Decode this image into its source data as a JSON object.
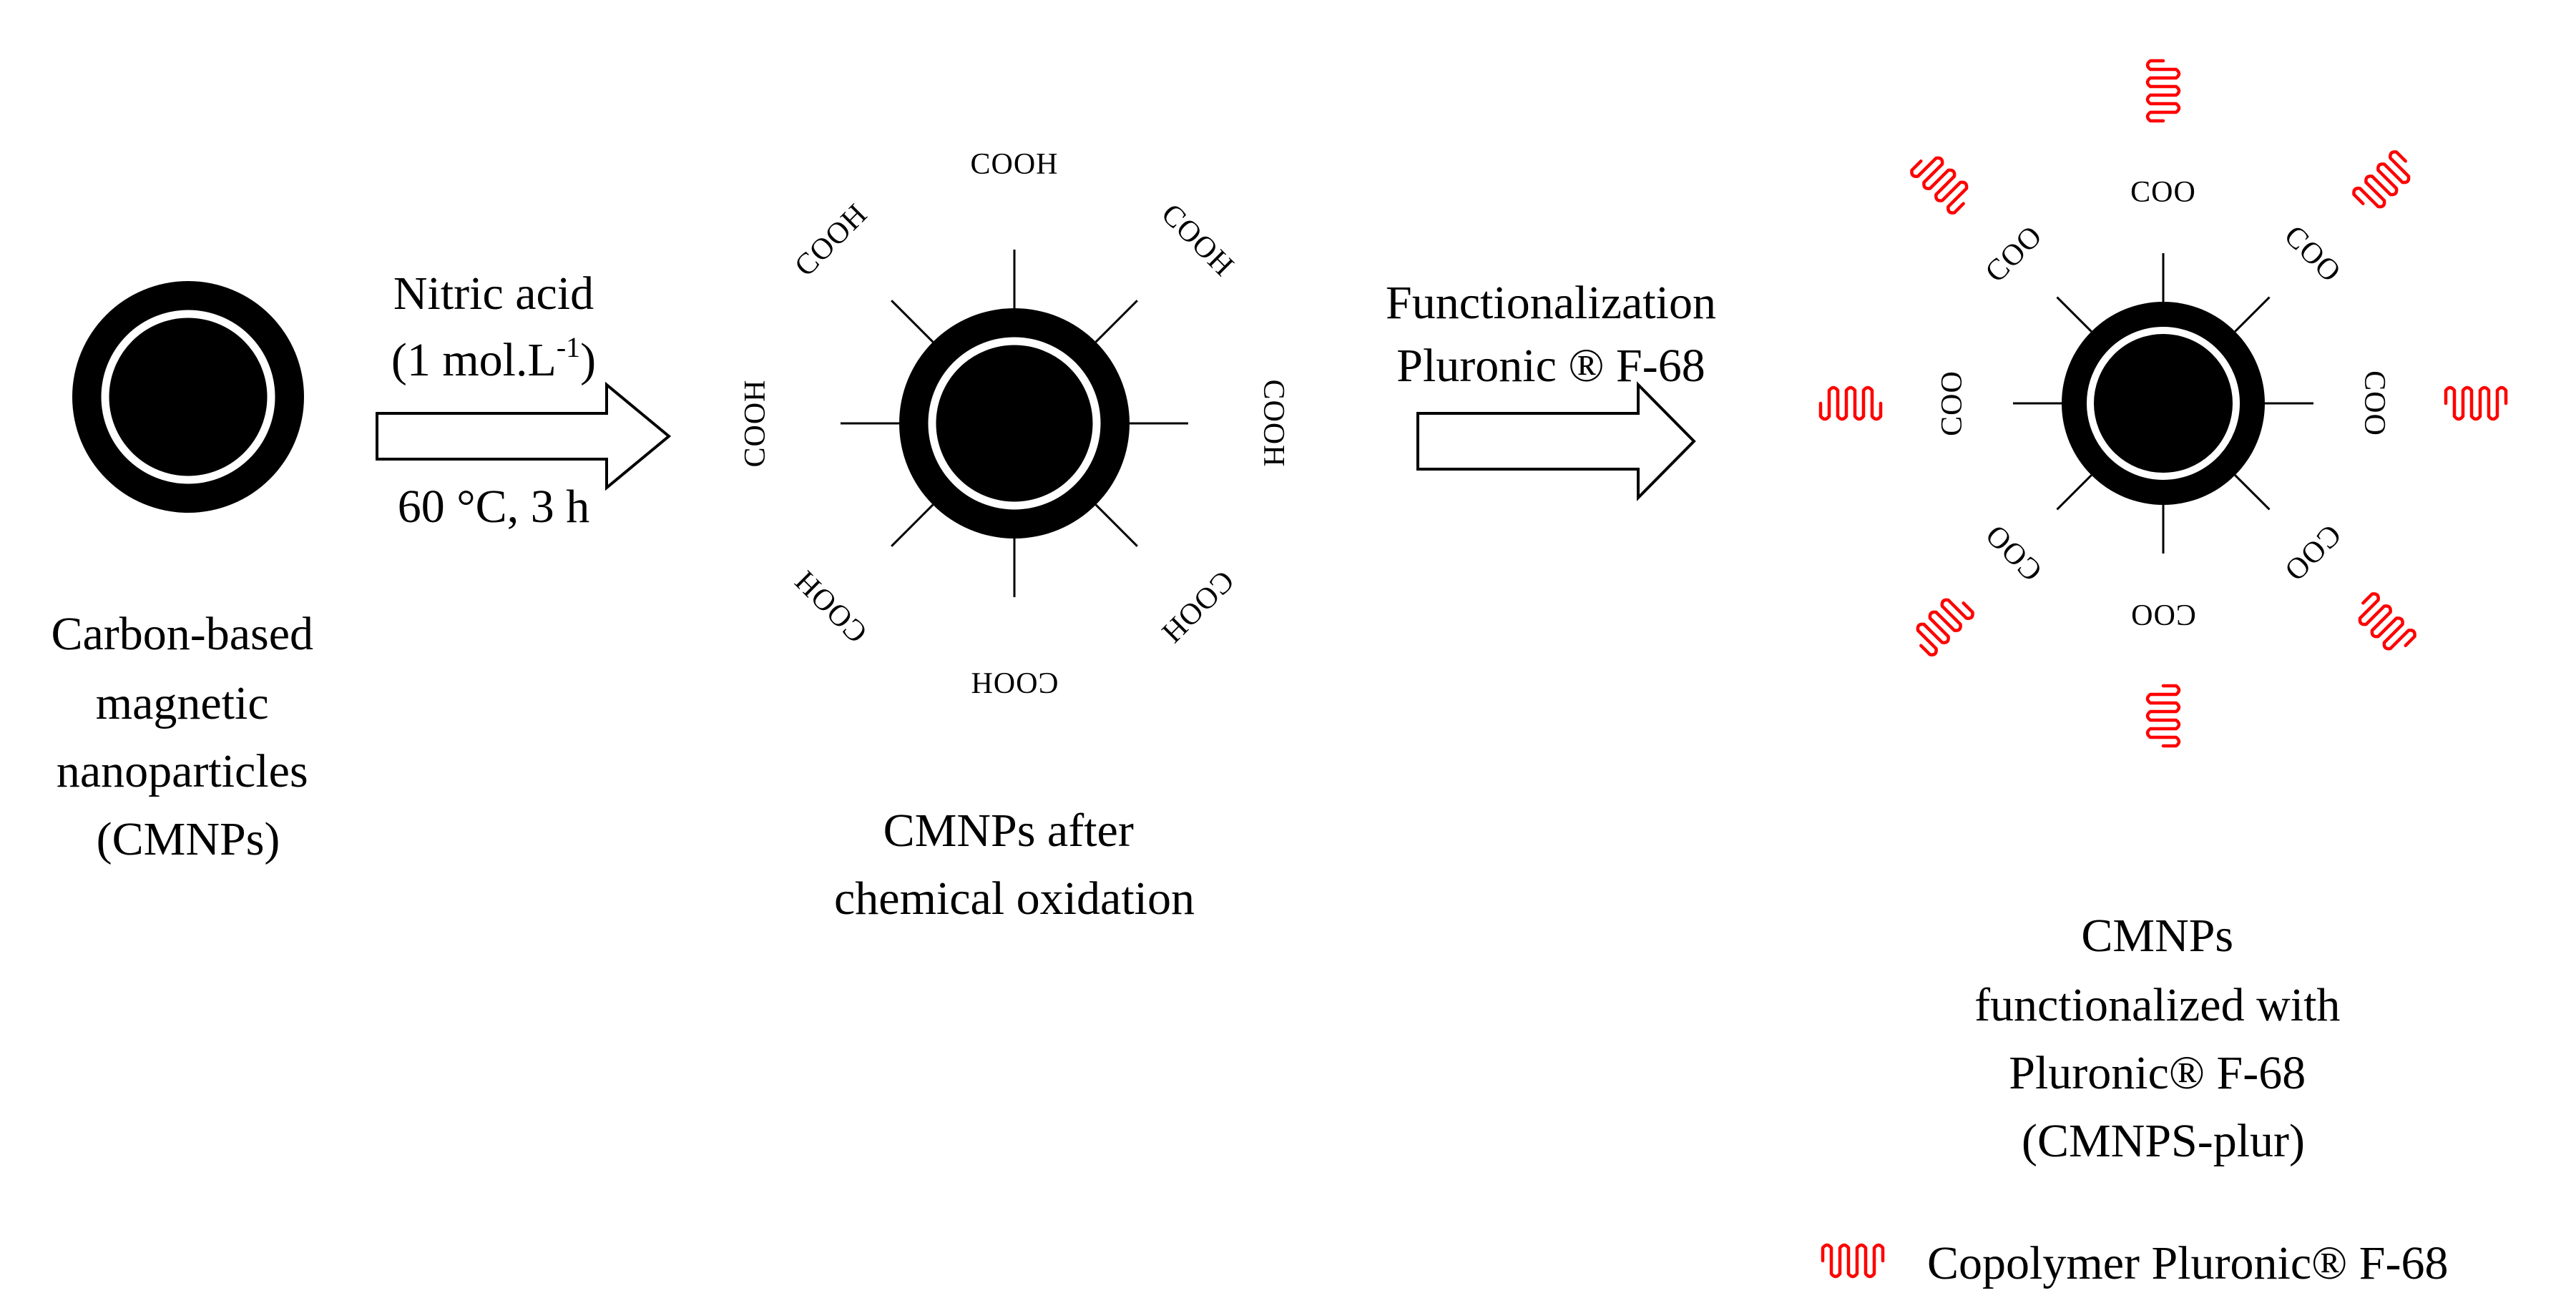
{
  "colors": {
    "shell": "#000000",
    "core": "#000000",
    "inner_ring": "#ffffff",
    "copolymer": "#ff0000"
  },
  "stage1": {
    "caption": [
      "Carbon-based",
      "magnetic",
      "nanoparticles",
      "(CMNPs)"
    ]
  },
  "step1": {
    "above": [
      "Nitric acid",
      "(1 mol.L"
    ],
    "superscript": "-1",
    "close_paren": ")",
    "below": "60 °C, 3 h"
  },
  "stage2": {
    "group_label": "COOH",
    "caption": [
      "CMNPs after",
      "chemical oxidation"
    ]
  },
  "step2": {
    "above": [
      "Functionalization",
      "Pluronic ® F-68"
    ]
  },
  "stage3": {
    "group_label": "COO",
    "caption": [
      "CMNPs",
      "functionalized with",
      "Pluronic® F-68",
      "(CMNPS-plur)"
    ]
  },
  "legend": {
    "label": "Copolymer Pluronic® F-68",
    "icon": "squiggle-icon"
  }
}
